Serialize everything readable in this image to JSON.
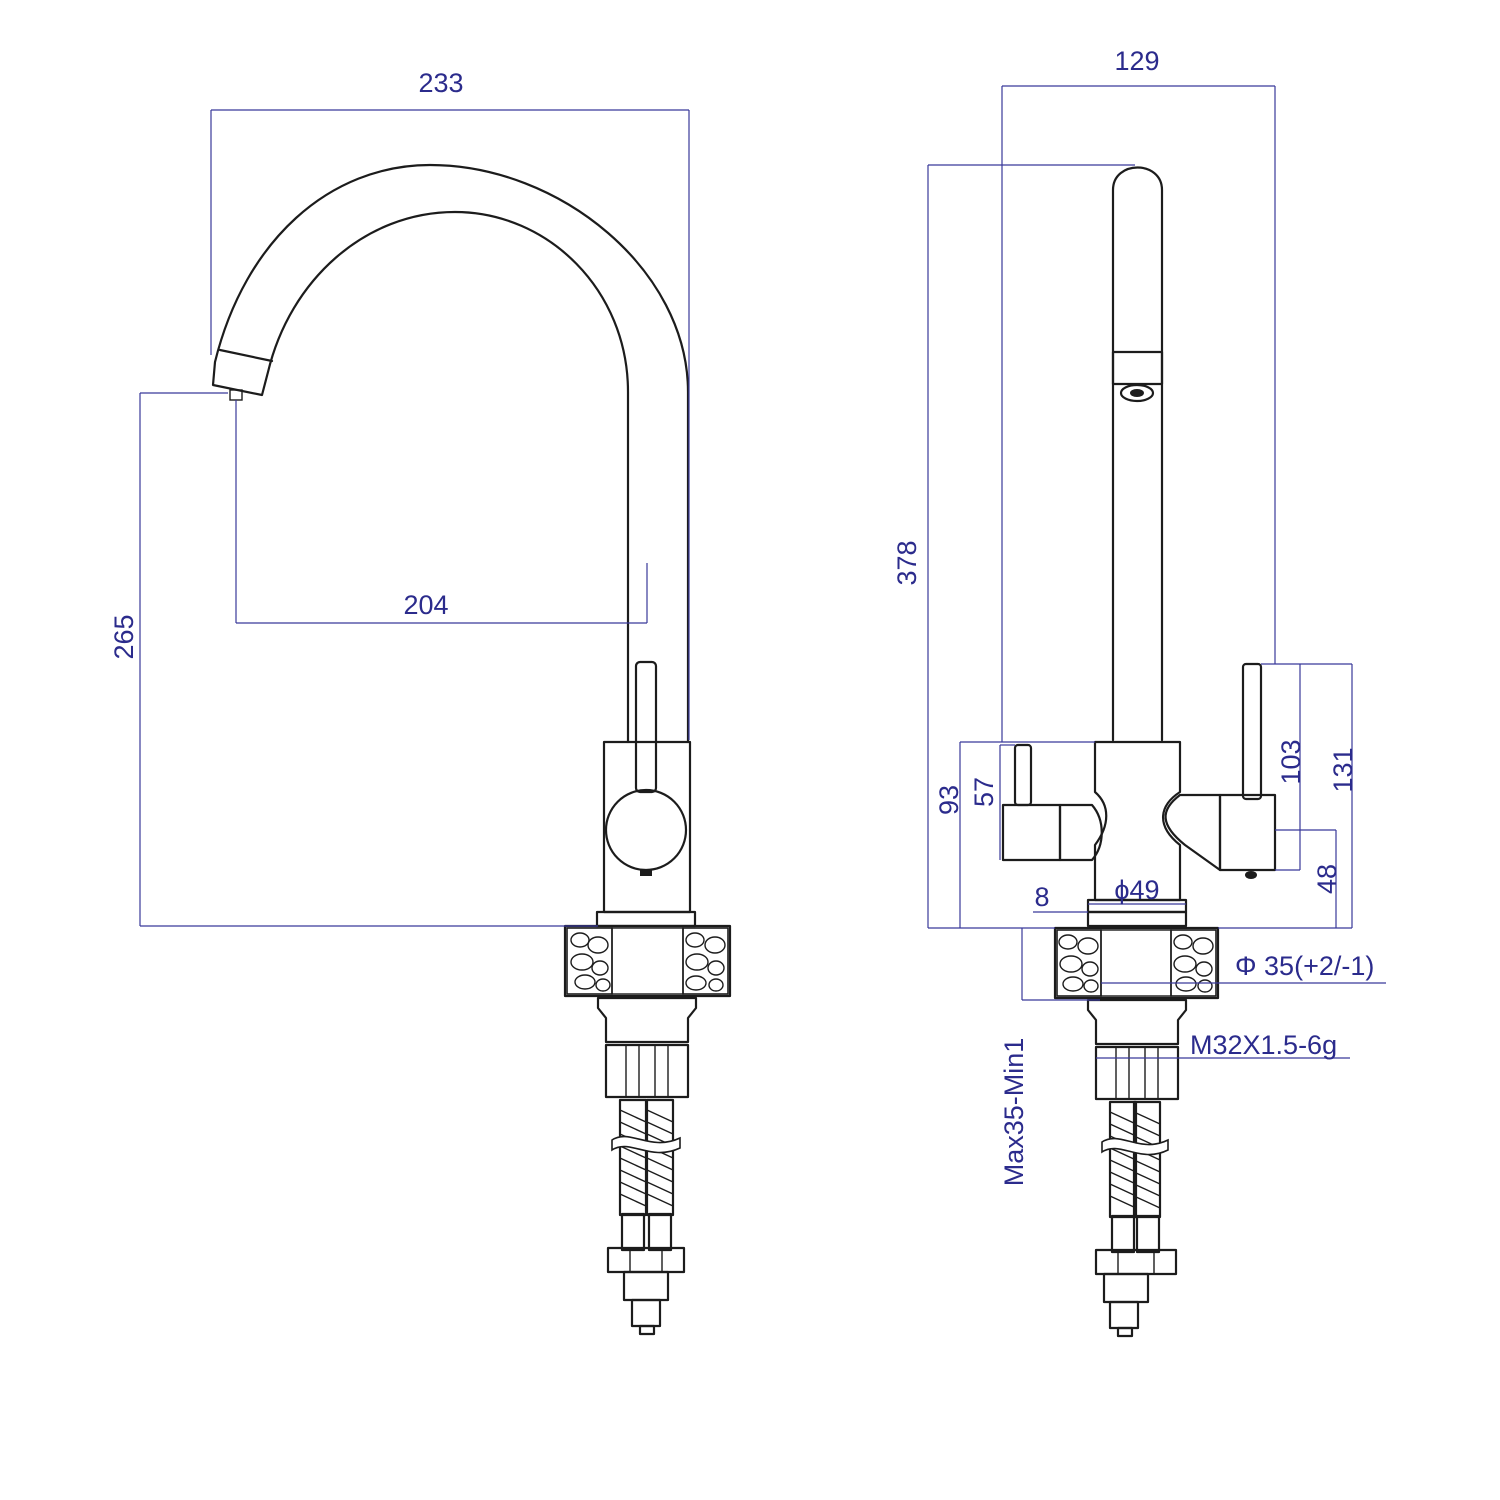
{
  "colors": {
    "dimension": "#2b2b8c",
    "outline": "#1c1c1c",
    "background": "#ffffff"
  },
  "side_view": {
    "overall_reach": "233",
    "spout_reach": "204",
    "outlet_height": "265"
  },
  "front_view": {
    "width": "129",
    "total_height": "378",
    "body_height": "93",
    "lever_height_left": "57",
    "handle_height_right": "103",
    "overall_handle_height": "131",
    "handle_base": "48",
    "base_ring": "8",
    "base_diameter": "ϕ49",
    "hole_diameter": "Φ 35(+2/-1)",
    "thread": "M32X1.5-6g",
    "counter_thickness": "Max35-Min1"
  }
}
